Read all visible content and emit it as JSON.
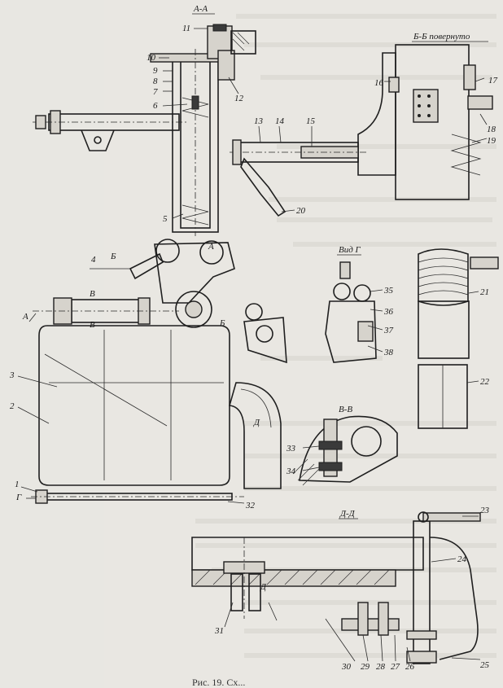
{
  "sections": {
    "a_a": "А-А",
    "b_b": "Б-Б повернуто",
    "view_g": "Вид Г",
    "v_v": "В-В",
    "d_d": "Д-Д"
  },
  "callouts": [
    "1",
    "2",
    "3",
    "4",
    "5",
    "6",
    "7",
    "8",
    "9",
    "10",
    "11",
    "12",
    "13",
    "14",
    "15",
    "16",
    "17",
    "18",
    "19",
    "20",
    "21",
    "22",
    "23",
    "24",
    "25",
    "26",
    "27",
    "28",
    "29",
    "30",
    "31",
    "32",
    "33",
    "34",
    "35",
    "36",
    "37",
    "38"
  ],
  "markers": {
    "a": "А",
    "b": "Б",
    "v": "В",
    "g": "Г",
    "d": "Д"
  },
  "caption": "Рис. 19. Сх..."
}
